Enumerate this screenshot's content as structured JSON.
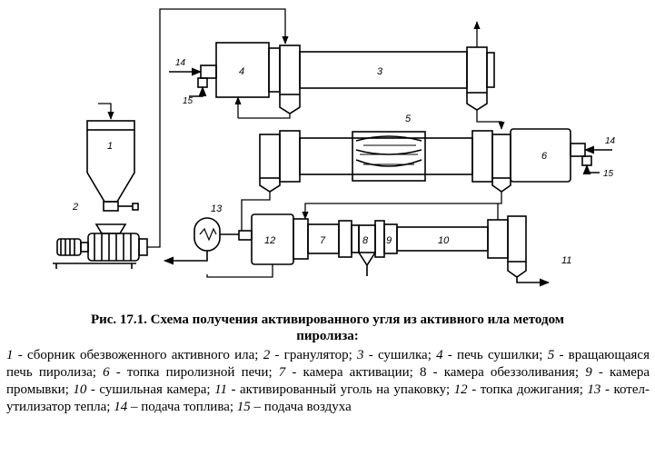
{
  "diagram": {
    "labels": {
      "n1": "1",
      "n2": "2",
      "n3": "3",
      "n4": "4",
      "n5": "5",
      "n6": "6",
      "n7": "7",
      "n8": "8",
      "n9": "9",
      "n10": "10",
      "n11": "11",
      "n12": "12",
      "n13": "13",
      "n14a": "14",
      "n15a": "15",
      "n14b": "14",
      "n15b": "15"
    }
  },
  "caption": {
    "title_line1": "Рис. 17.1. Схема получения активированного угля из активного ила методом",
    "title_line2": "пиролиза:",
    "legend": [
      {
        "num": "1",
        "text": " - сборник обезвоженного активного ила; "
      },
      {
        "num": "2",
        "text": " - гранулятор; "
      },
      {
        "num": "3",
        "text": " - сушилка; "
      },
      {
        "num": "4",
        "text": " - печь сушилки; "
      },
      {
        "num": "5",
        "text": " - вращающаяся печь пиролиза; "
      },
      {
        "num": "6",
        "text": " - топка пиролизной печи; "
      },
      {
        "num": "7",
        "text": " - камера активации; "
      },
      {
        "num": "8",
        "text": " - камера обеззоливания; ",
        "upright": true
      },
      {
        "num": "9",
        "text": " - камера промывки; "
      },
      {
        "num": "10",
        "text": " - сушильная камера; "
      },
      {
        "num": "11",
        "text": " - активированный уголь на упаковку; "
      },
      {
        "num": "12",
        "text": " - топка дожигания; "
      },
      {
        "num": "13",
        "text": " - котел-утилизатор тепла; "
      },
      {
        "num": "14",
        "text": " – подача топлива; "
      },
      {
        "num": "15",
        "text": " – подача воздуха"
      }
    ]
  }
}
